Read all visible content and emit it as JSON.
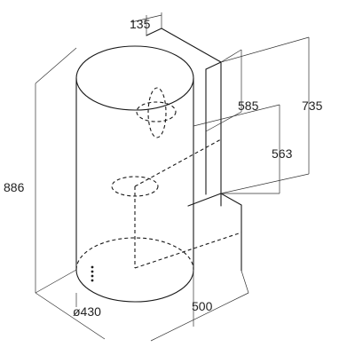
{
  "dimensions": {
    "duct_depth": "135",
    "body_height": "886",
    "chimney_height_short": "585",
    "chimney_height_long": "735",
    "inner_height": "563",
    "diameter": "ø430",
    "width": "500"
  },
  "colors": {
    "line": "#1a1a1a",
    "text": "#222222",
    "background": "#ffffff"
  }
}
